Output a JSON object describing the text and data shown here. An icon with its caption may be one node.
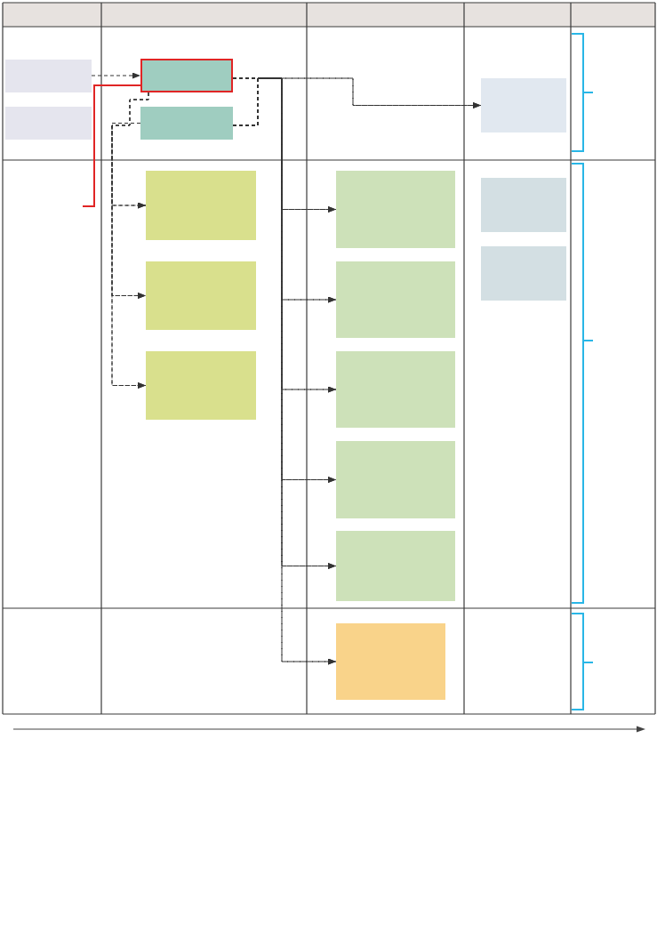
{
  "diagram": {
    "nodes": [
      {
        "text": [],
        "shape": "box"
      },
      {
        "text": [],
        "shape": "box"
      },
      {
        "text": [],
        "shape": "box"
      },
      {
        "text": [],
        "shape": "box"
      },
      {
        "text": [],
        "shape": "box"
      },
      {
        "text": [],
        "shape": "box"
      },
      {
        "text": [],
        "shape": "box"
      },
      {
        "text": [],
        "shape": "box"
      },
      {
        "text": [],
        "shape": "box"
      },
      {
        "text": [],
        "shape": "box"
      },
      {
        "text": [],
        "shape": "box"
      },
      {
        "text": [],
        "shape": "box"
      },
      {
        "text": [],
        "shape": "box"
      },
      {
        "text": [],
        "shape": "box"
      },
      {
        "text": [],
        "shape": "box"
      },
      {
        "text": [],
        "shape": "box"
      }
    ],
    "edges": [
      {
        "from": 0,
        "to": 2,
        "arrow": "to",
        "style": "dashed"
      },
      {
        "from": 2,
        "to": 4,
        "arrow": "to",
        "style": "dashed"
      },
      {
        "from": 2,
        "to": 6,
        "arrow": "to",
        "style": "dashed"
      },
      {
        "from": 2,
        "to": 10,
        "arrow": "to",
        "style": "dashed"
      },
      {
        "from": 2,
        "to": 12,
        "arrow": "to",
        "style": "dashed"
      },
      {
        "from": 2,
        "to": 13,
        "arrow": "to",
        "style": "dashed"
      },
      {
        "from": 2,
        "to": 14,
        "arrow": "to",
        "style": "dashed"
      },
      {
        "from": 2,
        "to": 15,
        "arrow": "to",
        "style": "dashed"
      },
      {
        "from": 3,
        "to": 4,
        "arrow": "to",
        "style": "dashed"
      },
      {
        "from": 3,
        "to": 6,
        "arrow": "to",
        "style": "dashed"
      },
      {
        "from": 3,
        "to": 10,
        "arrow": "to",
        "style": "dashed"
      },
      {
        "from": 3,
        "to": 12,
        "arrow": "to",
        "style": "dashed"
      },
      {
        "from": 3,
        "to": 13,
        "arrow": "to",
        "style": "dashed"
      },
      {
        "from": 3,
        "to": 14,
        "arrow": "to",
        "style": "dashed"
      },
      {
        "from": 3,
        "to": 15,
        "arrow": "to",
        "style": "dashed"
      },
      {
        "from": 2,
        "to": 5,
        "arrow": "to",
        "style": "dashed"
      },
      {
        "from": 2,
        "to": 9,
        "arrow": "to",
        "style": "dashed"
      },
      {
        "from": 2,
        "to": 11,
        "arrow": "to",
        "style": "dashed"
      },
      {
        "from": 3,
        "to": 5,
        "arrow": "to",
        "style": "dashed"
      },
      {
        "from": 3,
        "to": 9,
        "arrow": "to",
        "style": "dashed"
      },
      {
        "from": 3,
        "to": 11,
        "arrow": "to",
        "style": "dashed"
      },
      {
        "from": 2,
        "to": null,
        "arrow": "none",
        "color": "#e02525"
      }
    ]
  }
}
